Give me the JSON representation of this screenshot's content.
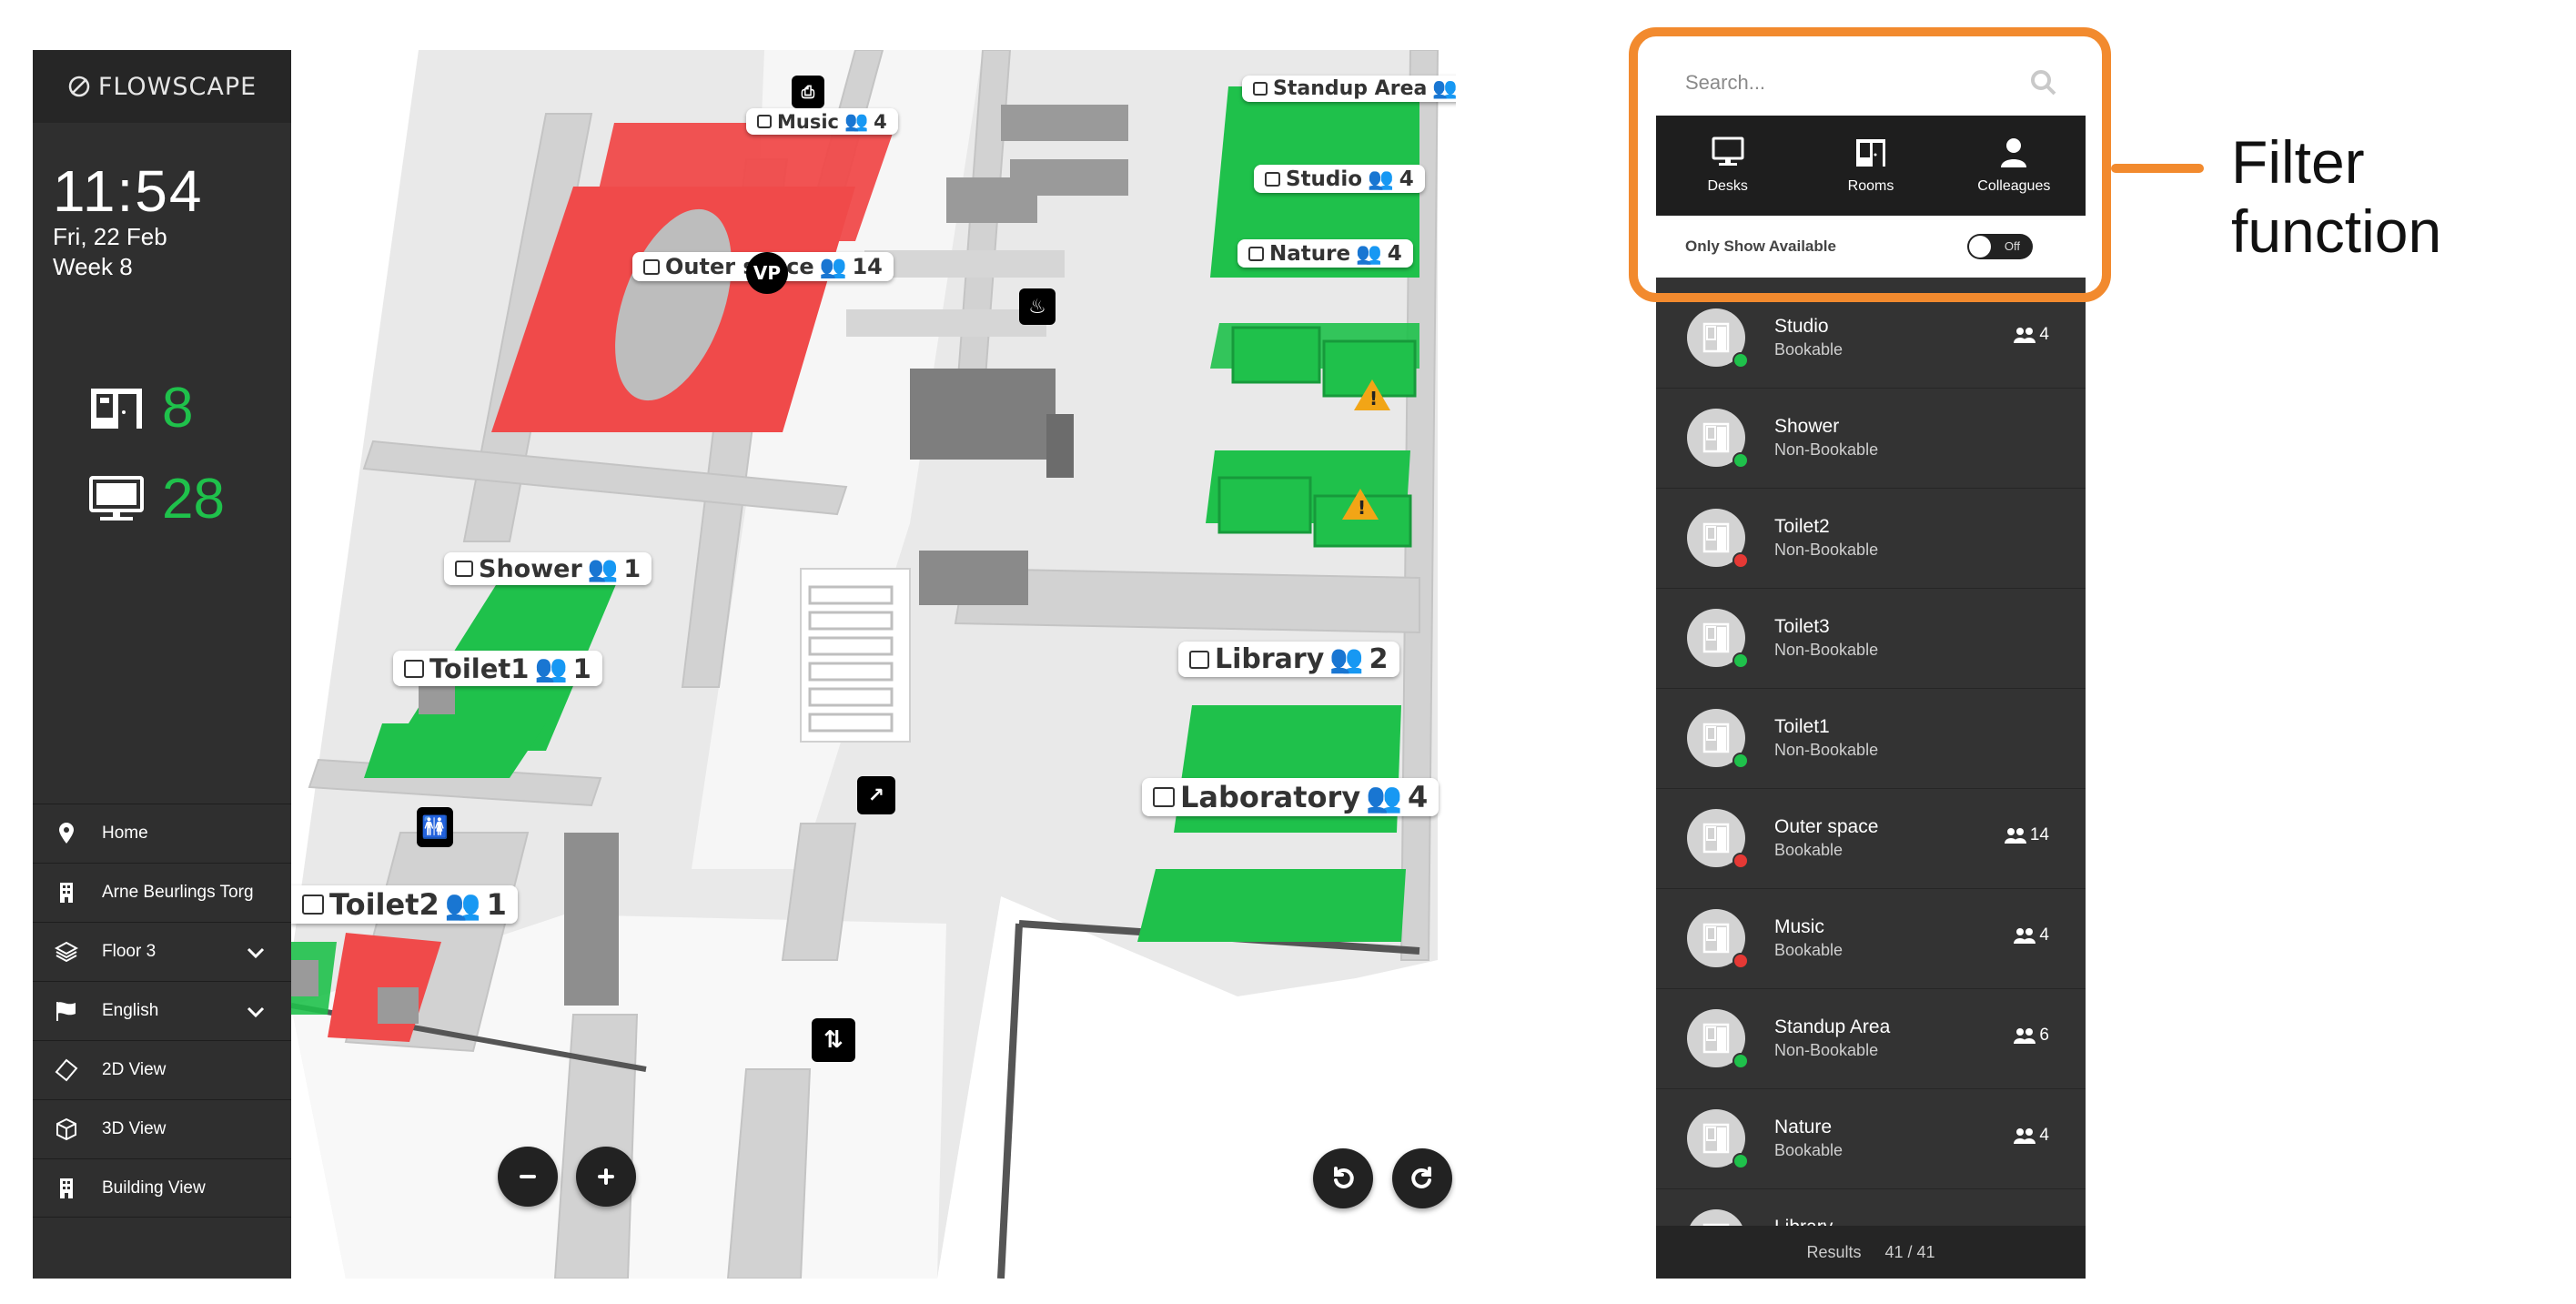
{
  "sidebar": {
    "brand": "FLOWSCAPE",
    "time": "11:54",
    "date": "Fri, 22 Feb",
    "week": "Week 8",
    "rooms_available": "8",
    "desks_available": "28",
    "nav": [
      {
        "label": "Home",
        "icon": "location-pin-icon"
      },
      {
        "label": "Arne Beurlings Torg",
        "icon": "building-icon"
      },
      {
        "label": "Floor 3",
        "icon": "layers-icon"
      },
      {
        "label": "English",
        "icon": "flag-icon"
      },
      {
        "label": "2D View",
        "icon": "square-icon"
      },
      {
        "label": "3D View",
        "icon": "cube-icon"
      },
      {
        "label": "Building View",
        "icon": "building-icon"
      }
    ]
  },
  "map": {
    "labels": [
      {
        "name": "Music",
        "capacity": "4"
      },
      {
        "name": "Outer space",
        "capacity": "14"
      },
      {
        "name": "Standup Area",
        "capacity": "6"
      },
      {
        "name": "Studio",
        "capacity": "4"
      },
      {
        "name": "Nature",
        "capacity": "4"
      },
      {
        "name": "Shower",
        "capacity": "1"
      },
      {
        "name": "Toilet1",
        "capacity": "1"
      },
      {
        "name": "Library",
        "capacity": "2"
      },
      {
        "name": "Laboratory",
        "capacity": "4"
      },
      {
        "name": "Toilet2",
        "capacity": "1"
      }
    ],
    "vp_marker": "VP",
    "colors": {
      "booked": "#f04a4a",
      "free": "#1fc14b",
      "floor": "#e4e4e4",
      "wall": "#cccccc"
    }
  },
  "panel": {
    "search_placeholder": "Search...",
    "filters": [
      {
        "label": "Desks",
        "icon": "monitor-icon"
      },
      {
        "label": "Rooms",
        "icon": "door-icon"
      },
      {
        "label": "Colleagues",
        "icon": "person-icon"
      }
    ],
    "only_available_label": "Only Show Available",
    "toggle_state": "Off",
    "rooms": [
      {
        "name": "Studio",
        "type": "Bookable",
        "capacity": "4",
        "status": "free"
      },
      {
        "name": "Shower",
        "type": "Non-Bookable",
        "capacity": "",
        "status": "free"
      },
      {
        "name": "Toilet2",
        "type": "Non-Bookable",
        "capacity": "",
        "status": "busy"
      },
      {
        "name": "Toilet3",
        "type": "Non-Bookable",
        "capacity": "",
        "status": "free"
      },
      {
        "name": "Toilet1",
        "type": "Non-Bookable",
        "capacity": "",
        "status": "free"
      },
      {
        "name": "Outer space",
        "type": "Bookable",
        "capacity": "14",
        "status": "busy"
      },
      {
        "name": "Music",
        "type": "Bookable",
        "capacity": "4",
        "status": "busy"
      },
      {
        "name": "Standup Area",
        "type": "Non-Bookable",
        "capacity": "6",
        "status": "free"
      },
      {
        "name": "Nature",
        "type": "Bookable",
        "capacity": "4",
        "status": "free"
      },
      {
        "name": "Library",
        "type": "",
        "capacity": "2",
        "status": "free"
      }
    ],
    "results_label": "Results",
    "results_count": "41 / 41"
  },
  "annotation": {
    "text": "Filter function",
    "color": "#f28a2e"
  }
}
